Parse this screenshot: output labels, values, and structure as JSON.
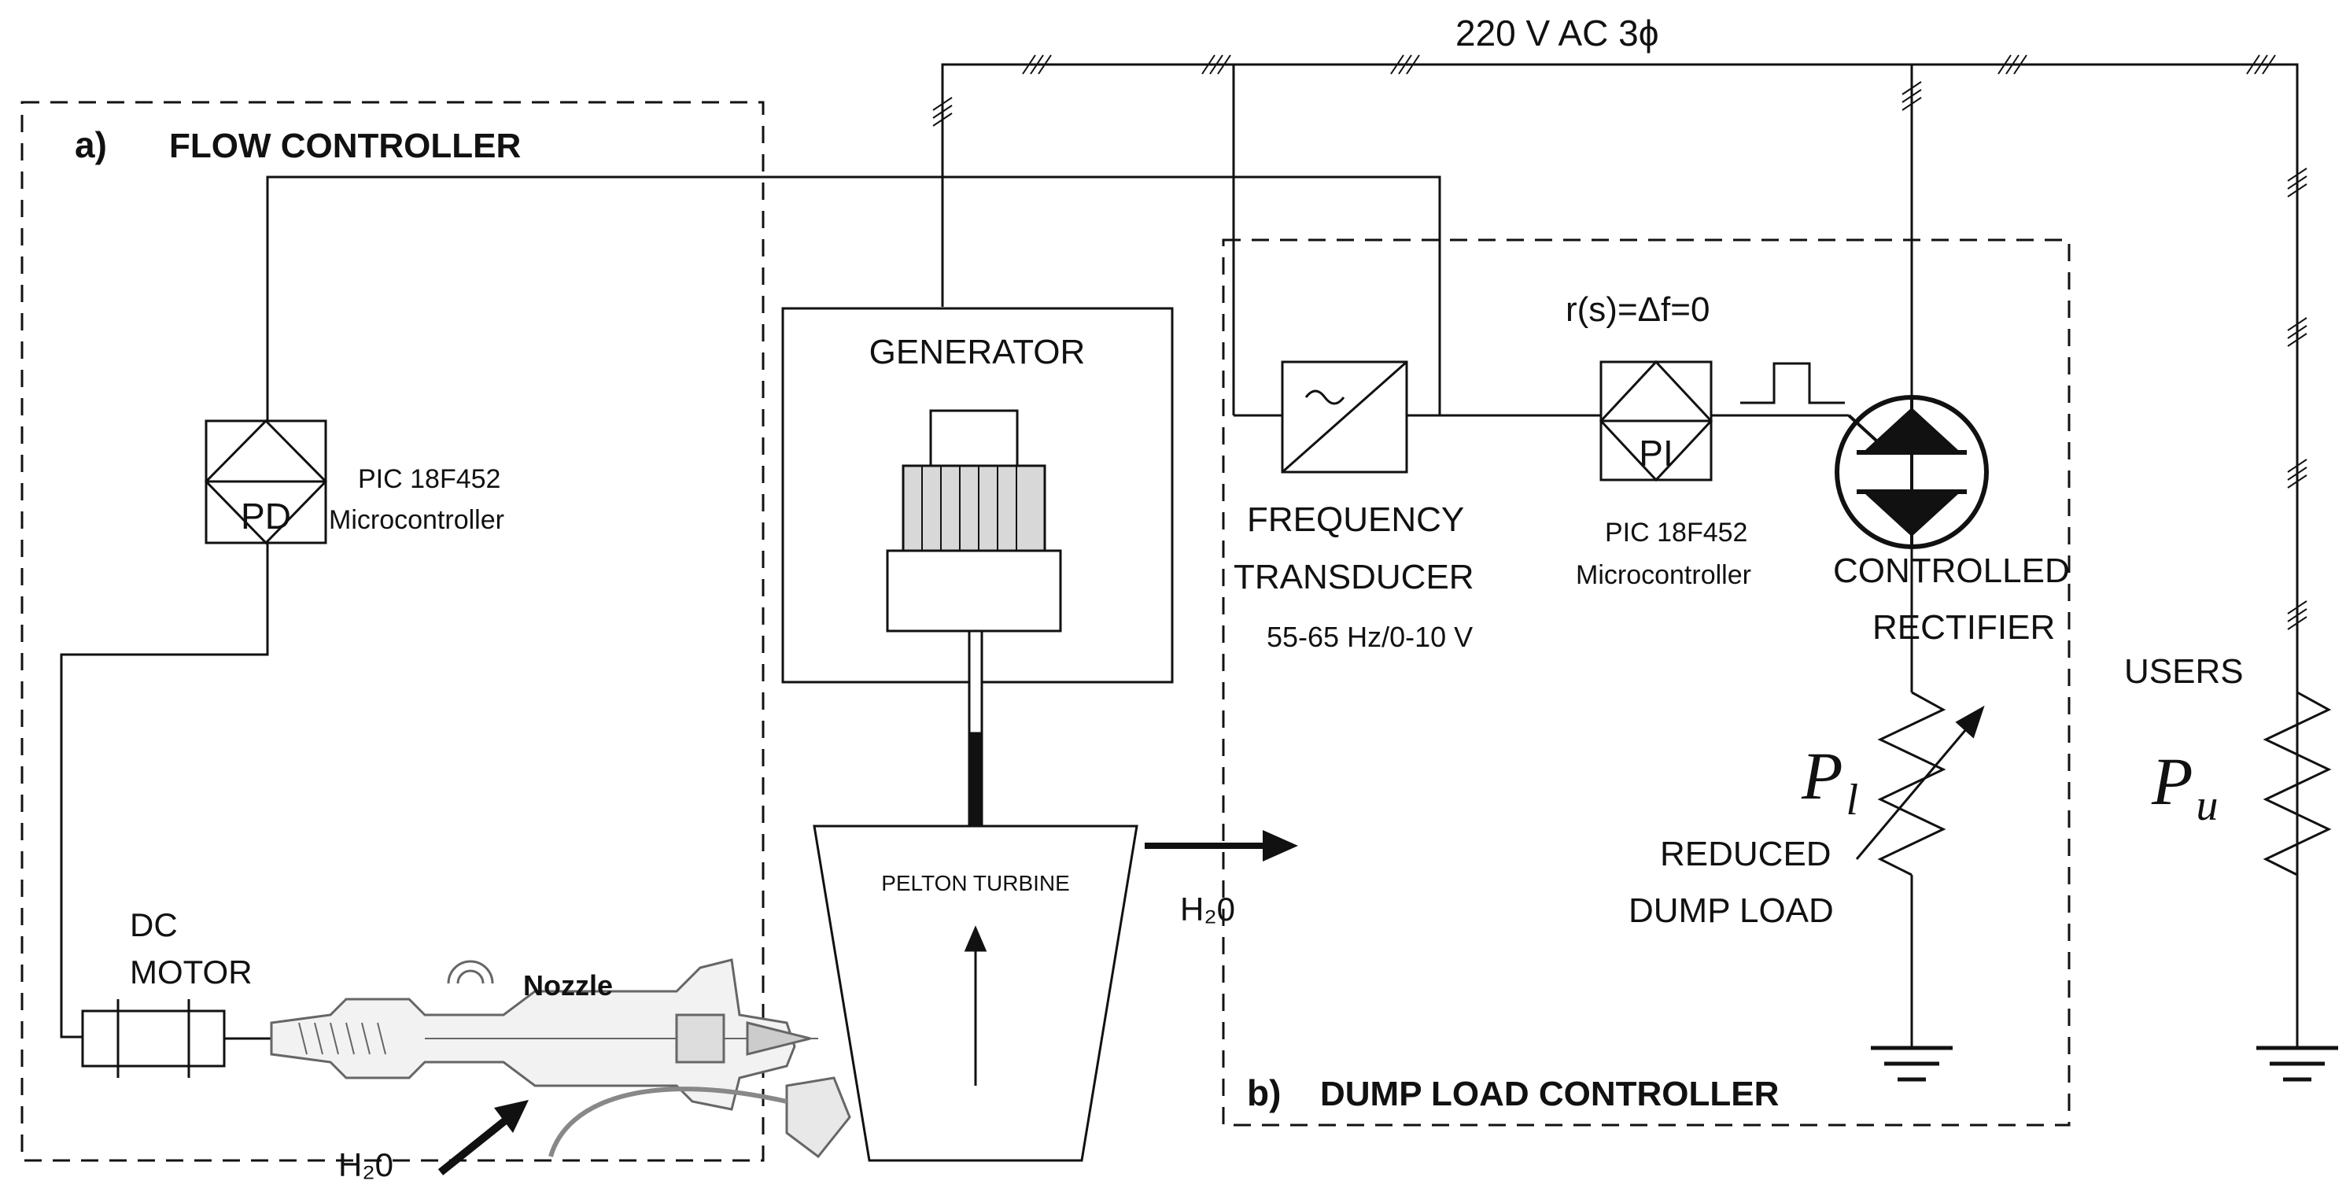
{
  "supply": {
    "label": "220 V AC 3ϕ"
  },
  "flow_controller": {
    "title_prefix": "a)",
    "title": "FLOW CONTROLLER",
    "pd_block": {
      "label": "PD"
    },
    "micro_line1": "PIC 18F452",
    "micro_line2": "Microcontroller",
    "motor_line1": "DC",
    "motor_line2": "MOTOR",
    "nozzle_label": "Nozzle",
    "water_in_label": "H₂0"
  },
  "generator": {
    "label": "GENERATOR"
  },
  "turbine": {
    "label": "PELTON TURBINE",
    "water_out_label": "H₂0"
  },
  "dump_load_controller": {
    "title_prefix": "b)",
    "title": "DUMP LOAD CONTROLLER",
    "setpoint": "r(s)=Δf=0",
    "transducer_line1": "FREQUENCY",
    "transducer_line2": "TRANSDUCER",
    "transducer_range": "55-65 Hz/0-10 V",
    "pi_block": {
      "label": "PI"
    },
    "micro_line1": "PIC 18F452",
    "micro_line2": "Microcontroller",
    "rectifier_line1": "CONTROLLED",
    "rectifier_line2": "RECTIFIER",
    "dump_load_line1": "REDUCED",
    "dump_load_line2": "DUMP LOAD",
    "pl_symbol": "P",
    "pl_sub": "l"
  },
  "users": {
    "label": "USERS",
    "pu_symbol": "P",
    "pu_sub": "u"
  }
}
